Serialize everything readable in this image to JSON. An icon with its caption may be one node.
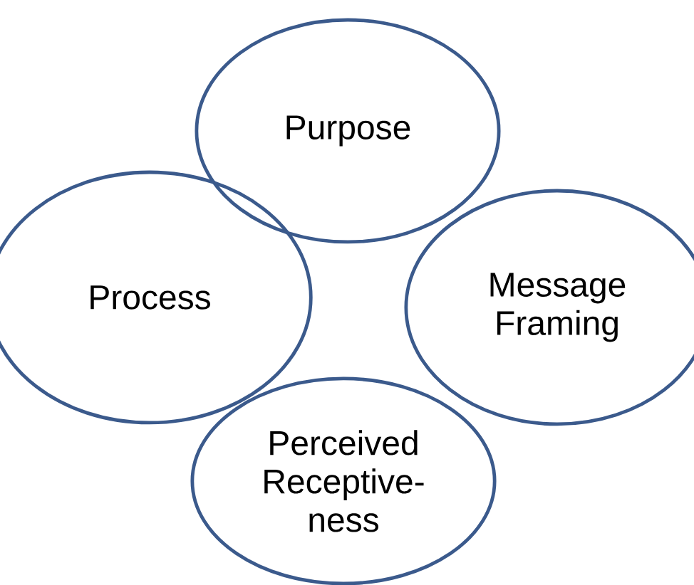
{
  "diagram": {
    "nodes": [
      {
        "text": [
          "Purpose"
        ]
      },
      {
        "text": [
          "Process"
        ]
      },
      {
        "text": [
          "Message Framing"
        ]
      },
      {
        "text": [
          "Perceived Receptive- ness"
        ]
      }
    ]
  }
}
